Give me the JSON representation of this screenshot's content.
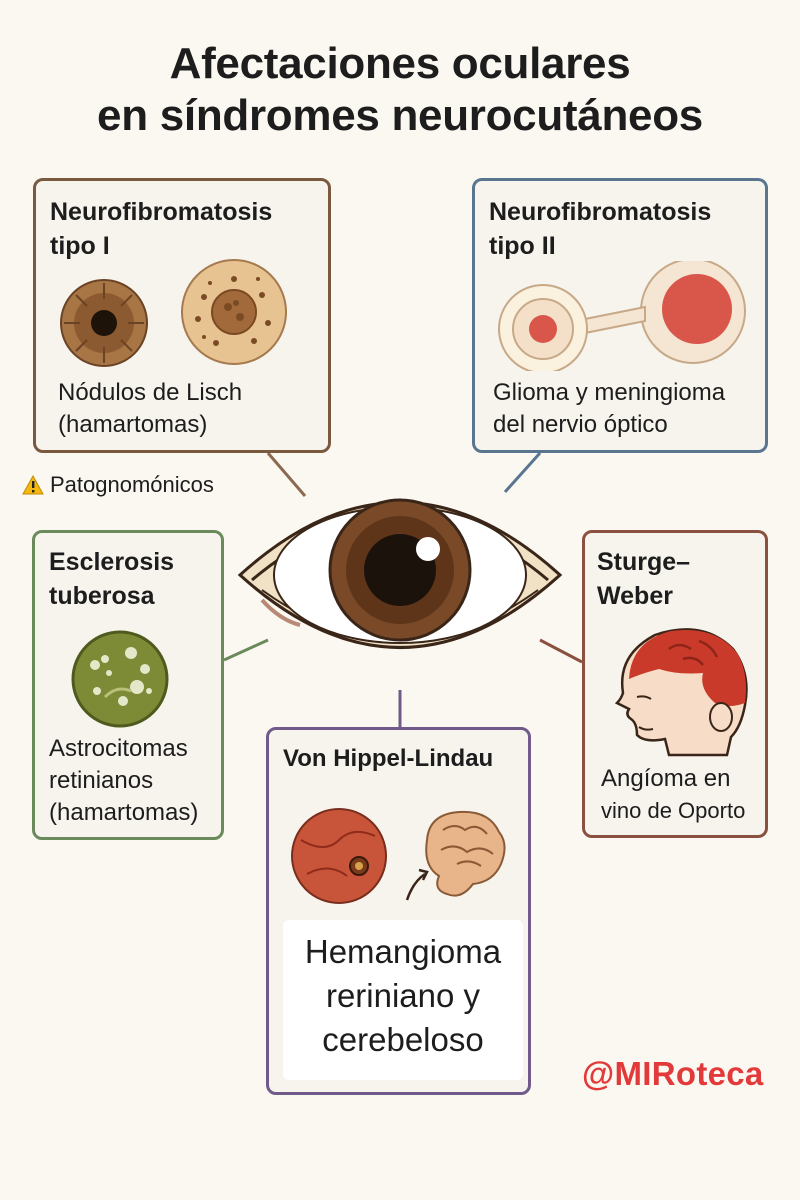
{
  "title": {
    "line1": "Afectaciones oculares",
    "line2": "en síndromes neurocutáneos"
  },
  "central_eye": {
    "icon": "eye-icon",
    "iris_color": "#7a4a28"
  },
  "cards": {
    "nf1": {
      "title_line1": "Neurofibromatosis",
      "title_line2": "tipo I",
      "desc_line1": "Nódulos de Lisch",
      "desc_line2": "(hamartomas)",
      "icons": [
        "iris-icon",
        "lisch-nodules-icon"
      ],
      "border_color": "#7a5a3f"
    },
    "nf2": {
      "title_line1": "Neurofibromatosis",
      "title_line2": "tipo II",
      "desc_line1": "Glioma y meningioma",
      "desc_line2": "del nervio óptico",
      "icons": [
        "optic-nerve-tumor-icon"
      ],
      "border_color": "#5a7590"
    },
    "tuberous_sclerosis": {
      "title_line1": "Esclerosis",
      "title_line2": "tuberosa",
      "desc_line1": "Astrocitomas",
      "desc_line2": "retinianos",
      "desc_line3": "(hamartomas)",
      "icons": [
        "retina-icon"
      ],
      "border_color": "#6a8a5b"
    },
    "sturge_weber": {
      "title_line1": "Sturge–",
      "title_line2": "Weber",
      "desc_line1": "Angíoma en",
      "desc_line2": "vino de Oporto",
      "icons": [
        "head-profile-icon"
      ],
      "border_color": "#8a5040"
    },
    "vhl": {
      "title": "Von Hippel-Lindau",
      "desc_line1": "Hemangioma",
      "desc_line2": "rerinianо y",
      "desc_line3": "cerebeloso",
      "icons": [
        "retina-hemangioma-icon",
        "arrow-icon",
        "brain-icon"
      ],
      "border_color": "#6f5a8a"
    }
  },
  "warning": {
    "icon": "warning-icon",
    "text": "Patognomónicos"
  },
  "handle": "@MIRoteca"
}
